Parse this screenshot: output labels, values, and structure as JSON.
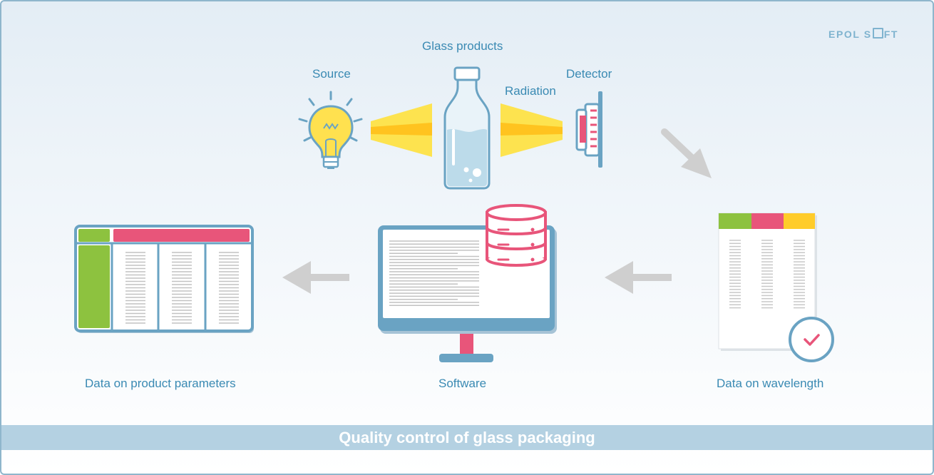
{
  "brand": {
    "text_left": "EPOL S",
    "text_right": "FT"
  },
  "labels": {
    "glass_products": "Glass products",
    "source": "Source",
    "radiation": "Radiation",
    "detector": "Detector",
    "product_parameters": "Data on product parameters",
    "software": "Software",
    "wavelength": "Data on wavelength"
  },
  "footer": {
    "title": "Quality control of glass packaging"
  },
  "colors": {
    "outline_blue": "#6aa3c3",
    "accent_pink": "#e8557a",
    "accent_green": "#8dc23f",
    "accent_yellow": "#ffcc2a",
    "beam_yellow": "#fde34f",
    "arrow_gray": "#cfcfcf"
  },
  "icons": [
    "light-bulb-icon",
    "bottle-icon",
    "detector-icon",
    "database-icon",
    "monitor-icon",
    "document-icon",
    "checkmark-icon",
    "arrow-icon"
  ]
}
